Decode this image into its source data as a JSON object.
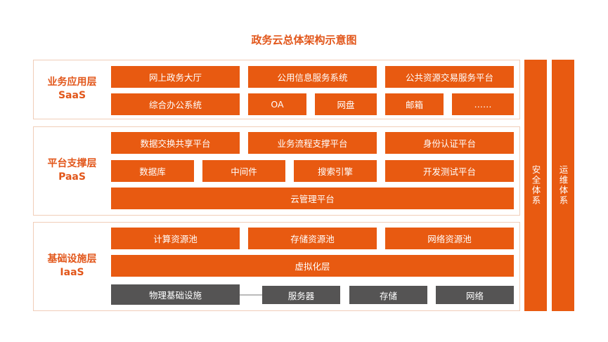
{
  "title": "政务云总体架构示意图",
  "saas": {
    "name": "业务应用层",
    "en": "SaaS",
    "row1": [
      "网上政务大厅",
      "公用信息服务系统",
      "公共资源交易服务平台"
    ],
    "row2": [
      "综合办公系统",
      "OA",
      "网盘",
      "邮箱",
      "……"
    ]
  },
  "paas": {
    "name": "平台支撑层",
    "en": "PaaS",
    "row1": [
      "数据交换共享平台",
      "业务流程支撑平台",
      "身份认证平台"
    ],
    "row2": [
      "数据库",
      "中间件",
      "搜索引擎",
      "开发测试平台"
    ],
    "row3": "云管理平台"
  },
  "iaas": {
    "name": "基础设施层",
    "en": "IaaS",
    "row1": [
      "计算资源池",
      "存储资源池",
      "网络资源池"
    ],
    "row2": "虚拟化层",
    "row3": [
      "物理基础设施",
      "服务器",
      "存储",
      "网络"
    ]
  },
  "side": [
    "安全体系",
    "运维体系"
  ],
  "colors": {
    "accent": "#e85a11",
    "dark": "#555454"
  }
}
